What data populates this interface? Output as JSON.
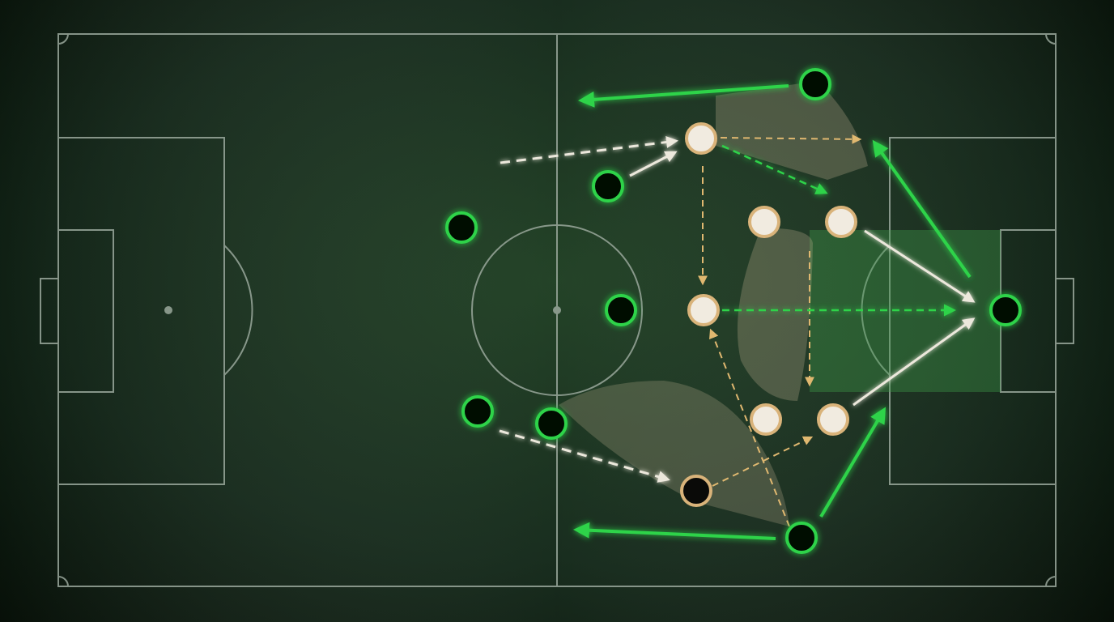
{
  "colors": {
    "grass_dark": "#0d1d10",
    "grass_mid": "#1c3a20",
    "line": "#9aa89c",
    "team_green": "#2ed34a",
    "team_green_fill": "#050805",
    "opp_ring": "#d9b37a",
    "opp_fill": "#f1ebe0",
    "run_white": "#ece8dc",
    "pass_orange": "#e0b870",
    "zone_tan": "#c8b898",
    "zone_green": "#3f9a4a"
  },
  "pitch": {
    "surface": "grass",
    "markings": [
      "halfway-line",
      "centre-circle",
      "centre-spot",
      "penalty-area-left",
      "penalty-area-right",
      "goal-area-left",
      "goal-area-right",
      "goal-left",
      "goal-right",
      "penalty-arc-left",
      "penalty-arc-right",
      "penalty-spot-left",
      "corner-arcs"
    ]
  },
  "players": {
    "green_team": [
      {
        "id": "g1"
      },
      {
        "id": "g2"
      },
      {
        "id": "g3"
      },
      {
        "id": "g4"
      },
      {
        "id": "g5"
      },
      {
        "id": "g6"
      },
      {
        "id": "g7"
      },
      {
        "id": "g8"
      },
      {
        "id": "g9"
      }
    ],
    "opponents": [
      {
        "id": "o1",
        "style": "light"
      },
      {
        "id": "o2",
        "style": "light"
      },
      {
        "id": "o3",
        "style": "light"
      },
      {
        "id": "o4",
        "style": "light"
      },
      {
        "id": "o5",
        "style": "light"
      },
      {
        "id": "o6",
        "style": "light"
      },
      {
        "id": "o7",
        "style": "light"
      },
      {
        "id": "o8",
        "style": "dark"
      }
    ]
  },
  "arrows": {
    "legend_types": [
      "green-run-solid",
      "white-run-solid",
      "white-run-dashed",
      "orange-pass-dashed",
      "green-pass-dashed"
    ]
  }
}
